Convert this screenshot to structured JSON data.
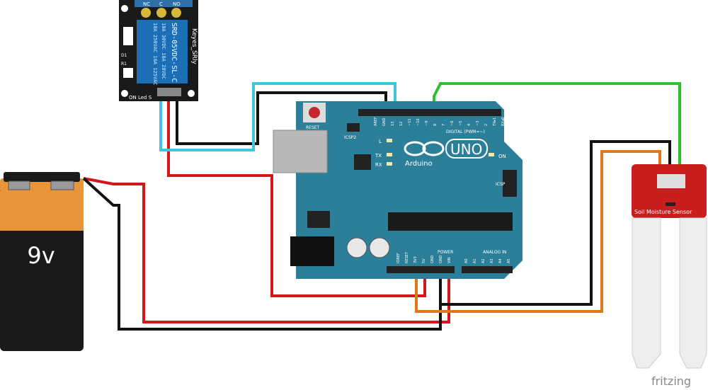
{
  "colors": {
    "background": "#ffffff",
    "arduino_blue": "#2b7f98",
    "relay_board": "#1a1a1a",
    "relay_module": "#1c6fb5",
    "sensor_red": "#c81e1e",
    "battery_orange": "#e8953a",
    "battery_black": "#1a1a1a",
    "wire_red": "#d4161b",
    "wire_black": "#111111",
    "wire_cyan": "#3ec6d9",
    "wire_green": "#2cc12c",
    "wire_orange": "#e17719"
  },
  "relay": {
    "terminal_nc": "NC",
    "terminal_c": "C",
    "terminal_no": "NO",
    "module_text_1": "10A 250VAC  10A 125VAC",
    "module_text_2": "10A 30VDC  10A 28VDC",
    "module_model": "SRD-05VDC-SL-C",
    "board_name": "Keyes_SRly",
    "led_label": "ON Led S",
    "d1": "D1",
    "r1": "R1"
  },
  "arduino": {
    "reset_label": "RESET",
    "icsp2_label": "ICSP2",
    "icsp_label": "ICSP",
    "logo_text": "UNO",
    "brand": "Arduino",
    "l_label": "L",
    "tx_label": "TX",
    "rx_label": "RX",
    "on_label": "ON",
    "digital_label": "DIGITAL (PWM=~)",
    "power_label": "POWER",
    "analog_label": "ANALOG IN",
    "top_pins": [
      "AREF",
      "GND",
      "13",
      "12",
      "~11",
      "~10",
      "~9",
      "8",
      "7",
      "~6",
      "~5",
      "4",
      "~3",
      "2",
      "TX▸1",
      "RX◂0"
    ],
    "power_pins": [
      "IOREF",
      "RESET",
      "3V3",
      "5V",
      "GND",
      "GND",
      "VIN"
    ],
    "analog_pins": [
      "A0",
      "A1",
      "A2",
      "A3",
      "A4",
      "A5"
    ]
  },
  "battery": {
    "label": "9v"
  },
  "sensor": {
    "label": "Soil Moisture Sensor"
  },
  "watermark": "fritzing"
}
